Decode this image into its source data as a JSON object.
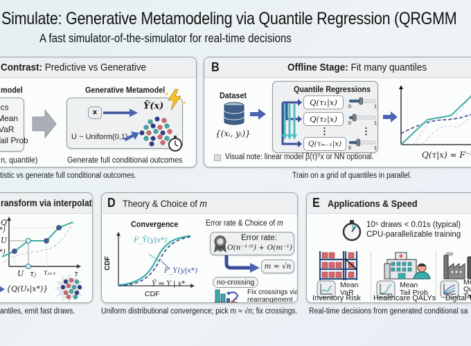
{
  "header": {
    "title": "Simulate: Generative Metamodeling via Quantile Regression (QRGMM",
    "subtitle": "A fast simulator-of-the-simulator for real-time decisions"
  },
  "panel_a": {
    "heading_bold": "Contrast:",
    "heading_rest": " Predictive vs Generative",
    "predictive_title": "model",
    "predictive_items": [
      "ics",
      "Mean",
      "VaR",
      "Tail Prob"
    ],
    "predictive_caption": "n, quantile)",
    "generative_title": "Generative Metamodel",
    "x_label": "x",
    "u_label": "U ~ Uniform(0,1)",
    "output_label": "Ỹ(x)",
    "generative_caption": "Generate full conditional outcomes",
    "footer": "tistic vs generate full conditional outcomes."
  },
  "panel_b": {
    "letter": "B",
    "heading_bold": "Offline Stage:",
    "heading_rest": " Fit many quantiles",
    "dataset_label": "Dataset",
    "dataset_formula": "{(xᵢ, yᵢ)}",
    "qr_title": "Quantile Regressions",
    "qr_rows": [
      {
        "label": "Q(τ₁|x)",
        "slider_value": 0.45
      },
      {
        "label": "Q(τ₂|x)",
        "slider_value": 0.2
      },
      {
        "label": "Q(τₘ₋₁|x)",
        "slider_value": 0.35
      }
    ],
    "slider_min": "0",
    "slider_max": "1",
    "ellipsis": "⋮",
    "note": "Visual note: linear model β(τ)ᵀx or NN optional.",
    "approx_formula": "Q(τ|x) ≈ F⁻¹ᵧ(τ|",
    "footer": "Train on a grid of quantiles in parallel."
  },
  "panel_c": {
    "heading": "ransform via interpolation",
    "y_axis_label": "Q",
    "y_ticks": [
      "*)",
      "U",
      "*)"
    ],
    "x_ticks": [
      "U",
      "τⱼ",
      "τⱼ₊₁",
      "τ"
    ],
    "sample_formula": "{Q(Uₖ|x*)}",
    "footer": "antiles, emit fast draws."
  },
  "panel_d": {
    "letter": "D",
    "heading": "Theory & Choice of ",
    "heading_var": "m",
    "convergence_title": "Convergence",
    "curve_label_1": "F_Ỹ(y|x*)",
    "curve_label_2": "F_Y(y|x*)",
    "convergence_stmt": "Ỹ ⇒ Y | x*",
    "x_axis_label": "CDF",
    "y_axis_label": "CDF",
    "error_title": "Error rate & Choice of ",
    "error_title_var": "m",
    "error_box_label": "Error rate:",
    "error_formula": "O(n⁻¹ᐟ²) + O(m⁻¹)",
    "m_choice": "m ≈ √n",
    "no_crossing_label": "no-crossing",
    "fix_text_1": "Fix crossings via",
    "fix_text_2": "rearrangement",
    "footer": "Uniform distributional convergence; pick m ≈ √n; fix crossings."
  },
  "panel_e": {
    "letter": "E",
    "heading": "Applications & Speed",
    "speed_line_1": "10⁵ draws < 0.01s (typical)",
    "speed_line_2": "CPU-parallelizable training",
    "apps": [
      {
        "name": "Inventory Risk",
        "metrics": [
          "Mean",
          "VaR"
        ]
      },
      {
        "name": "Healthcare QALYs",
        "metrics": [
          "Mean",
          "Tail Prob"
        ]
      },
      {
        "name": "Digital T",
        "metrics": [
          "Me",
          "Qu",
          "Ta"
        ]
      }
    ],
    "footer": "Real-time decisions from generated conditional sa"
  },
  "colors": {
    "teal": "#3aada5",
    "navy": "#2e3e8c",
    "blue_arrow": "#4a63b3",
    "red_dot": "#d9646a",
    "panel_bg": "#fbfcfc"
  }
}
